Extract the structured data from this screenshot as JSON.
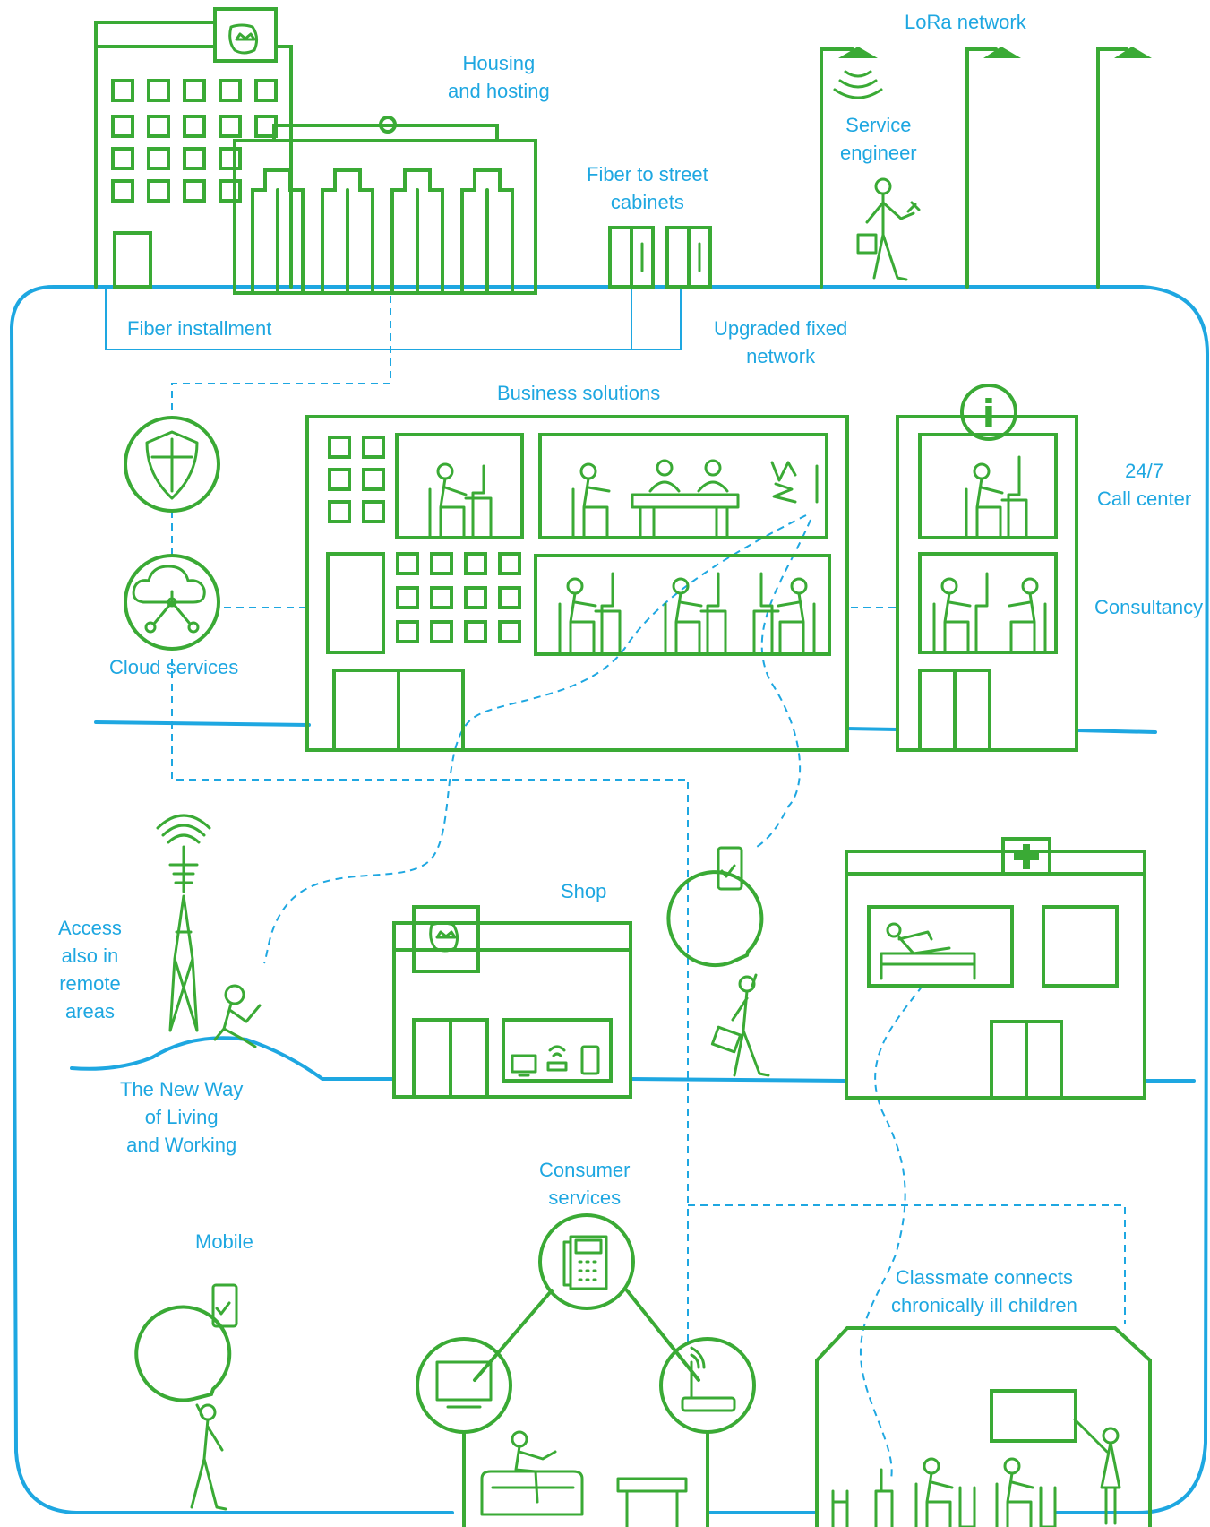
{
  "colors": {
    "green": "#3aaa35",
    "blue": "#1ea7e1",
    "background": "#ffffff"
  },
  "labels": {
    "lora_network": "LoRa network",
    "housing_hosting": "Housing\nand hosting",
    "service_engineer": "Service\nengineer",
    "fiber_street_cabinets": "Fiber to street\ncabinets",
    "fiber_installment": "Fiber installment",
    "upgraded_fixed_network": "Upgraded fixed\nnetwork",
    "business_solutions": "Business solutions",
    "call_center": "24/7\nCall center",
    "consultancy": "Consultancy",
    "cloud_services": "Cloud services",
    "shop": "Shop",
    "access_remote_areas": "Access\nalso in\nremote\nareas",
    "new_way": "The New Way\nof Living\nand Working",
    "consumer_services": "Consumer\nservices",
    "mobile": "Mobile",
    "classmate": "Classmate connects\nchronically ill children"
  },
  "icons": {
    "info": "i",
    "medical_cross": "+",
    "check": "✓"
  }
}
